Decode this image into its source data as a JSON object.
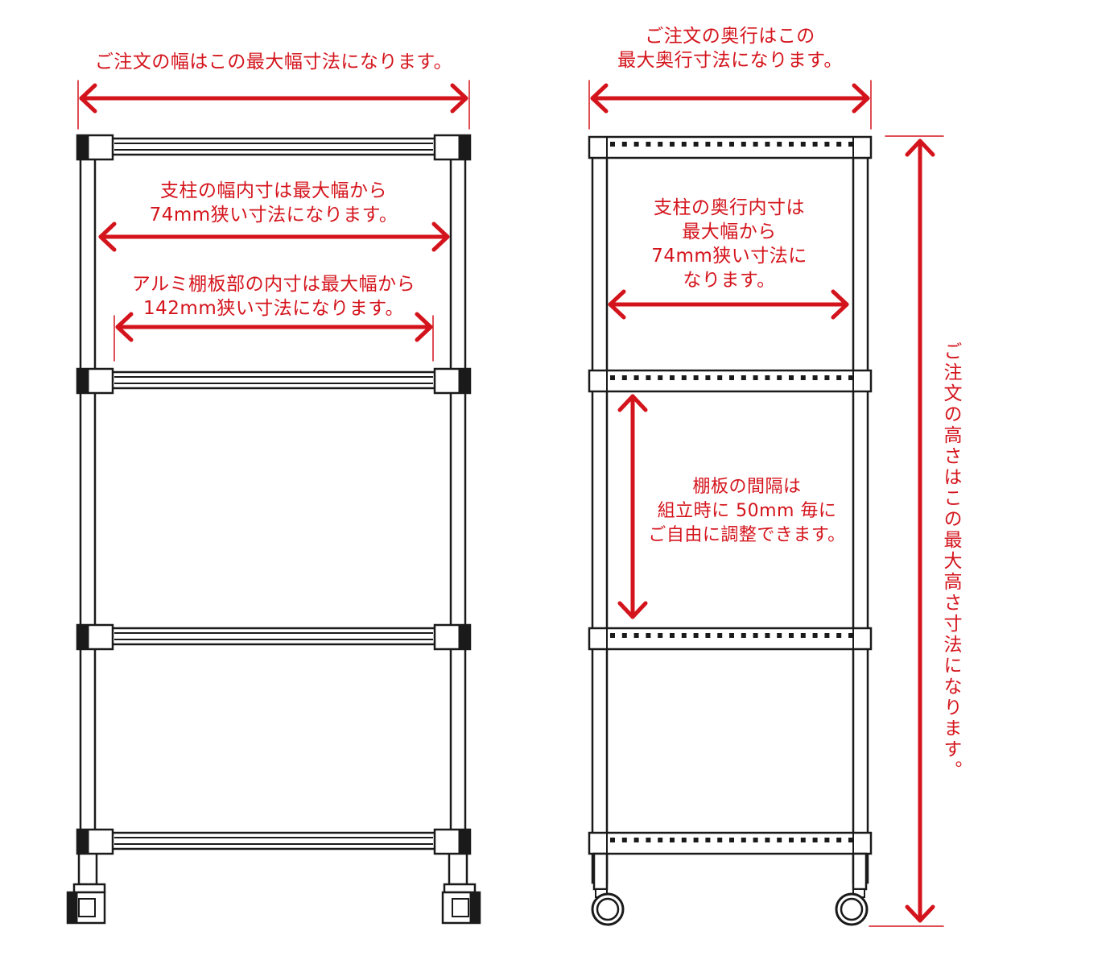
{
  "colors": {
    "accent": "#d4141c",
    "line": "#1a1a1a",
    "fill": "#ffffff"
  },
  "labels": {
    "width_max": "ご注文の幅はこの最大幅寸法になります。",
    "width_post_l1": "支柱の幅内寸は最大幅から",
    "width_post_l2": "74mm狭い寸法になります。",
    "width_alu_l1": "アルミ棚板部の内寸は最大幅から",
    "width_alu_l2": "142mm狭い寸法になります。",
    "depth_max_l1": "ご注文の奥行はこの",
    "depth_max_l2": "最大奥行寸法になります。",
    "depth_post_l1": "支柱の奥行内寸は",
    "depth_post_l2": "最大幅から",
    "depth_post_l3": "74mm狭い寸法に",
    "depth_post_l4": "なります。",
    "spacing_l1": "棚板の間隔は",
    "spacing_l2": "組立時に 50mm 毎に",
    "spacing_l3": "ご自由に調整できます。",
    "height_max": "ご注文の高さはこの最大高さ寸法になります。"
  }
}
